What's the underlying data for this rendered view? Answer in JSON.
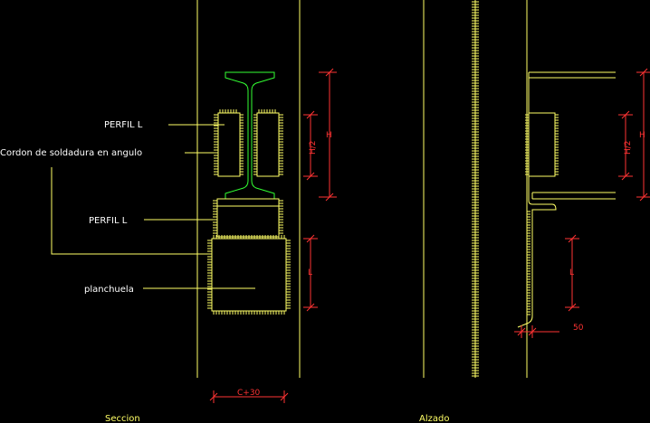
{
  "labels": {
    "perfil_l_top": "PERFIL L",
    "cordon": "Cordon de soldadura en angulo",
    "perfil_l_mid": "PERFIL L",
    "planchuela": "planchuela",
    "seccion": "Seccion",
    "alzado": "Alzado"
  },
  "dims": {
    "h": "H",
    "h2": "H/2",
    "l": "L",
    "c30": "C+30",
    "d50": "50",
    "h_right": "H",
    "h2_right": "H/2",
    "l_right": "L"
  },
  "colors": {
    "background": "#000000",
    "line": "#ffff66",
    "dimension": "#ff3333",
    "profile": "#33ff33",
    "label": "#ffffff"
  }
}
